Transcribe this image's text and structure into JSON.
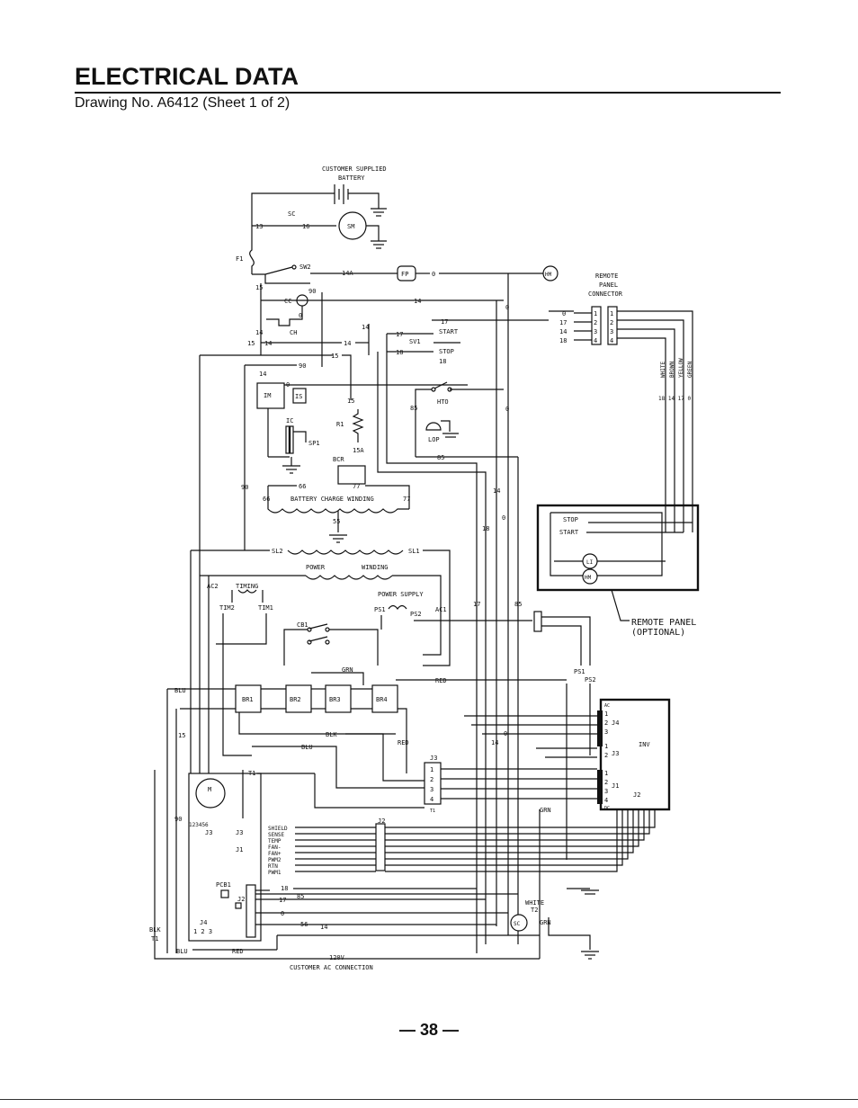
{
  "header": {
    "title": "ELECTRICAL DATA",
    "subtitle": "Drawing No. A6412  (Sheet 1 of 2)"
  },
  "footer": {
    "page_number": "— 38 —"
  },
  "diagram": {
    "battery_label_1": "CUSTOMER SUPPLIED",
    "battery_label_2": "BATTERY",
    "sc": "SC",
    "sm": "SM",
    "fp": "FP",
    "hm": "HM",
    "f1": "F1",
    "sw2": "SW2",
    "cc": "CC",
    "ch": "CH",
    "svi": "SV1",
    "start": "START",
    "stop": "STOP",
    "im": "IM",
    "is": "IS",
    "ic": "IC",
    "sp1": "SP1",
    "r1": "R1",
    "bcr": "BCR",
    "hto": "HTO",
    "lop": "LOP",
    "remote_connector_1": "REMOTE",
    "remote_connector_2": "PANEL",
    "remote_connector_3": "CONNECTOR",
    "wire_colors": [
      "WHITE",
      "BROWN",
      "YELLOW",
      "GREEN"
    ],
    "wire_numbers": "18 14 17 0",
    "battery_charge_winding": "BATTERY CHARGE WINDING",
    "power": "POWER",
    "winding": "WINDING",
    "sl1": "SL1",
    "sl2": "SL2",
    "ac1": "AC1",
    "ac2": "AC2",
    "timing": "TIMING",
    "tim1": "TIM1",
    "tim2": "TIM2",
    "power_supply": "POWER SUPPLY",
    "ps1": "PS1",
    "ps2": "PS2",
    "cb1": "CB1",
    "br1": "BR1",
    "br2": "BR2",
    "br3": "BR3",
    "br4": "BR4",
    "grn": "GRN",
    "red": "RED",
    "blk": "BLK",
    "blu": "BLU",
    "white": "WHITE",
    "t1": "T1",
    "t2": "T2",
    "j1": "J1",
    "j2": "J2",
    "j3": "J3",
    "j4": "J4",
    "inv": "INV",
    "pcb1": "PCB1",
    "m": "M",
    "li": "LI",
    "remote_panel_1": "REMOTE PANEL",
    "remote_panel_2": "(OPTIONAL)",
    "signals": [
      "SHIELD",
      "SENSE",
      "TEMP",
      "FAN-",
      "FAN+",
      "PWM2",
      "RTN",
      "PWM1"
    ],
    "ac_connection_1": "120V",
    "ac_connection_2": "CUSTOMER AC CONNECTION",
    "wire_labels": {
      "w0": "0",
      "w13": "13",
      "w14": "14",
      "w14a": "14A",
      "w15": "15",
      "w15a": "15A",
      "w16": "16",
      "w17": "17",
      "w18": "18",
      "w55": "55",
      "w56": "56",
      "w66": "66",
      "w77": "77",
      "w85": "85",
      "w90": "90",
      "t1": "T1"
    },
    "j3_pins": "123456",
    "j4_pins": "1 2 3"
  }
}
